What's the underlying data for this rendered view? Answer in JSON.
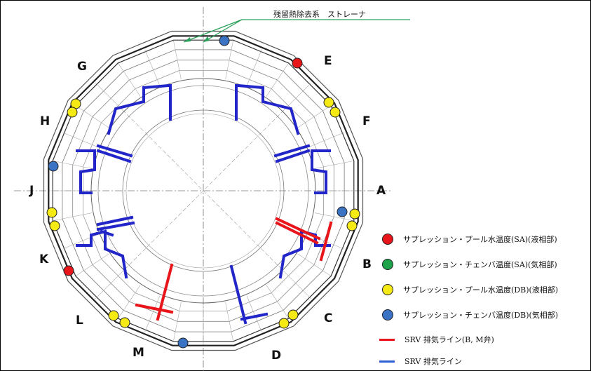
{
  "annotation": "残留熱除去系　ストレーナ",
  "sectors": [
    "E",
    "G",
    "F",
    "H",
    "A",
    "J",
    "B",
    "K",
    "C",
    "L",
    "M",
    "D"
  ],
  "legend": [
    {
      "kind": "dot",
      "color": "#e8151b",
      "text": "サプレッション・プール水温度(SA)(液相部)"
    },
    {
      "kind": "dot",
      "color": "#1fa34a",
      "text": "サプレッション・チェンバ温度(SA)(気相部)"
    },
    {
      "kind": "dot",
      "color": "#f5ea14",
      "text": "サプレッション・プール水温度(DB)(液相部)"
    },
    {
      "kind": "dot",
      "color": "#3a72c4",
      "text": "サプレッション・チェンバ温度(DB)(気相部)"
    },
    {
      "kind": "line",
      "color": "#e8151b",
      "text": "SRV 排気ライン(B, M弁)"
    },
    {
      "kind": "line",
      "color": "#2f5fd6",
      "text": "SRV 排気ライン"
    }
  ],
  "colors": {
    "red": "#e8151b",
    "green": "#1fa34a",
    "yellow": "#f5ea14",
    "blue_dot": "#3a72c4",
    "srv_red": "#e8151b",
    "srv_blue": "#2226c8",
    "annotation_arrow": "#2aa05a"
  }
}
